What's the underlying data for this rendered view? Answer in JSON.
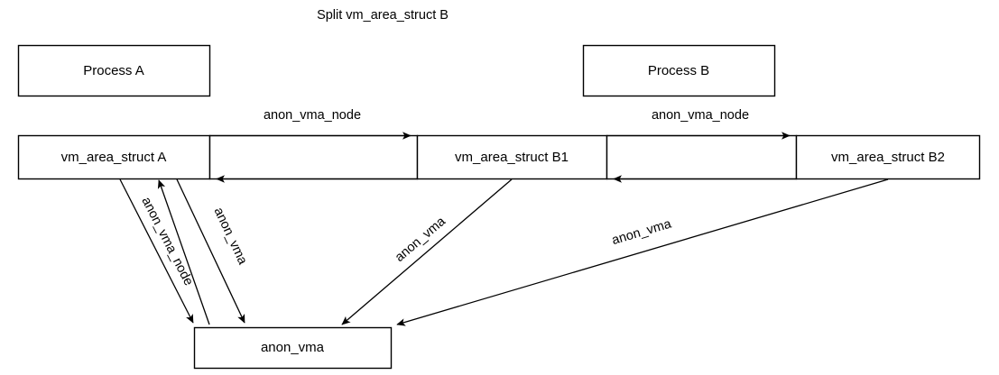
{
  "diagram": {
    "title": "Split vm_area_struct B",
    "background_color": "#ffffff",
    "stroke_color": "#000000",
    "nodes": {
      "process_a": "Process A",
      "process_b": "Process B",
      "vma_a": "vm_area_struct A",
      "vma_b1": "vm_area_struct B1",
      "vma_b2": "vm_area_struct B2",
      "anon_vma": "anon_vma"
    },
    "edge_labels": {
      "anon_vma_node_left": "anon_vma_node",
      "anon_vma_node_right": "anon_vma_node",
      "anon_vma_node_diag": "anon_vma_node",
      "anon_vma_diag_a": "anon_vma",
      "anon_vma_diag_b1": "anon_vma",
      "anon_vma_diag_b2": "anon_vma"
    }
  }
}
